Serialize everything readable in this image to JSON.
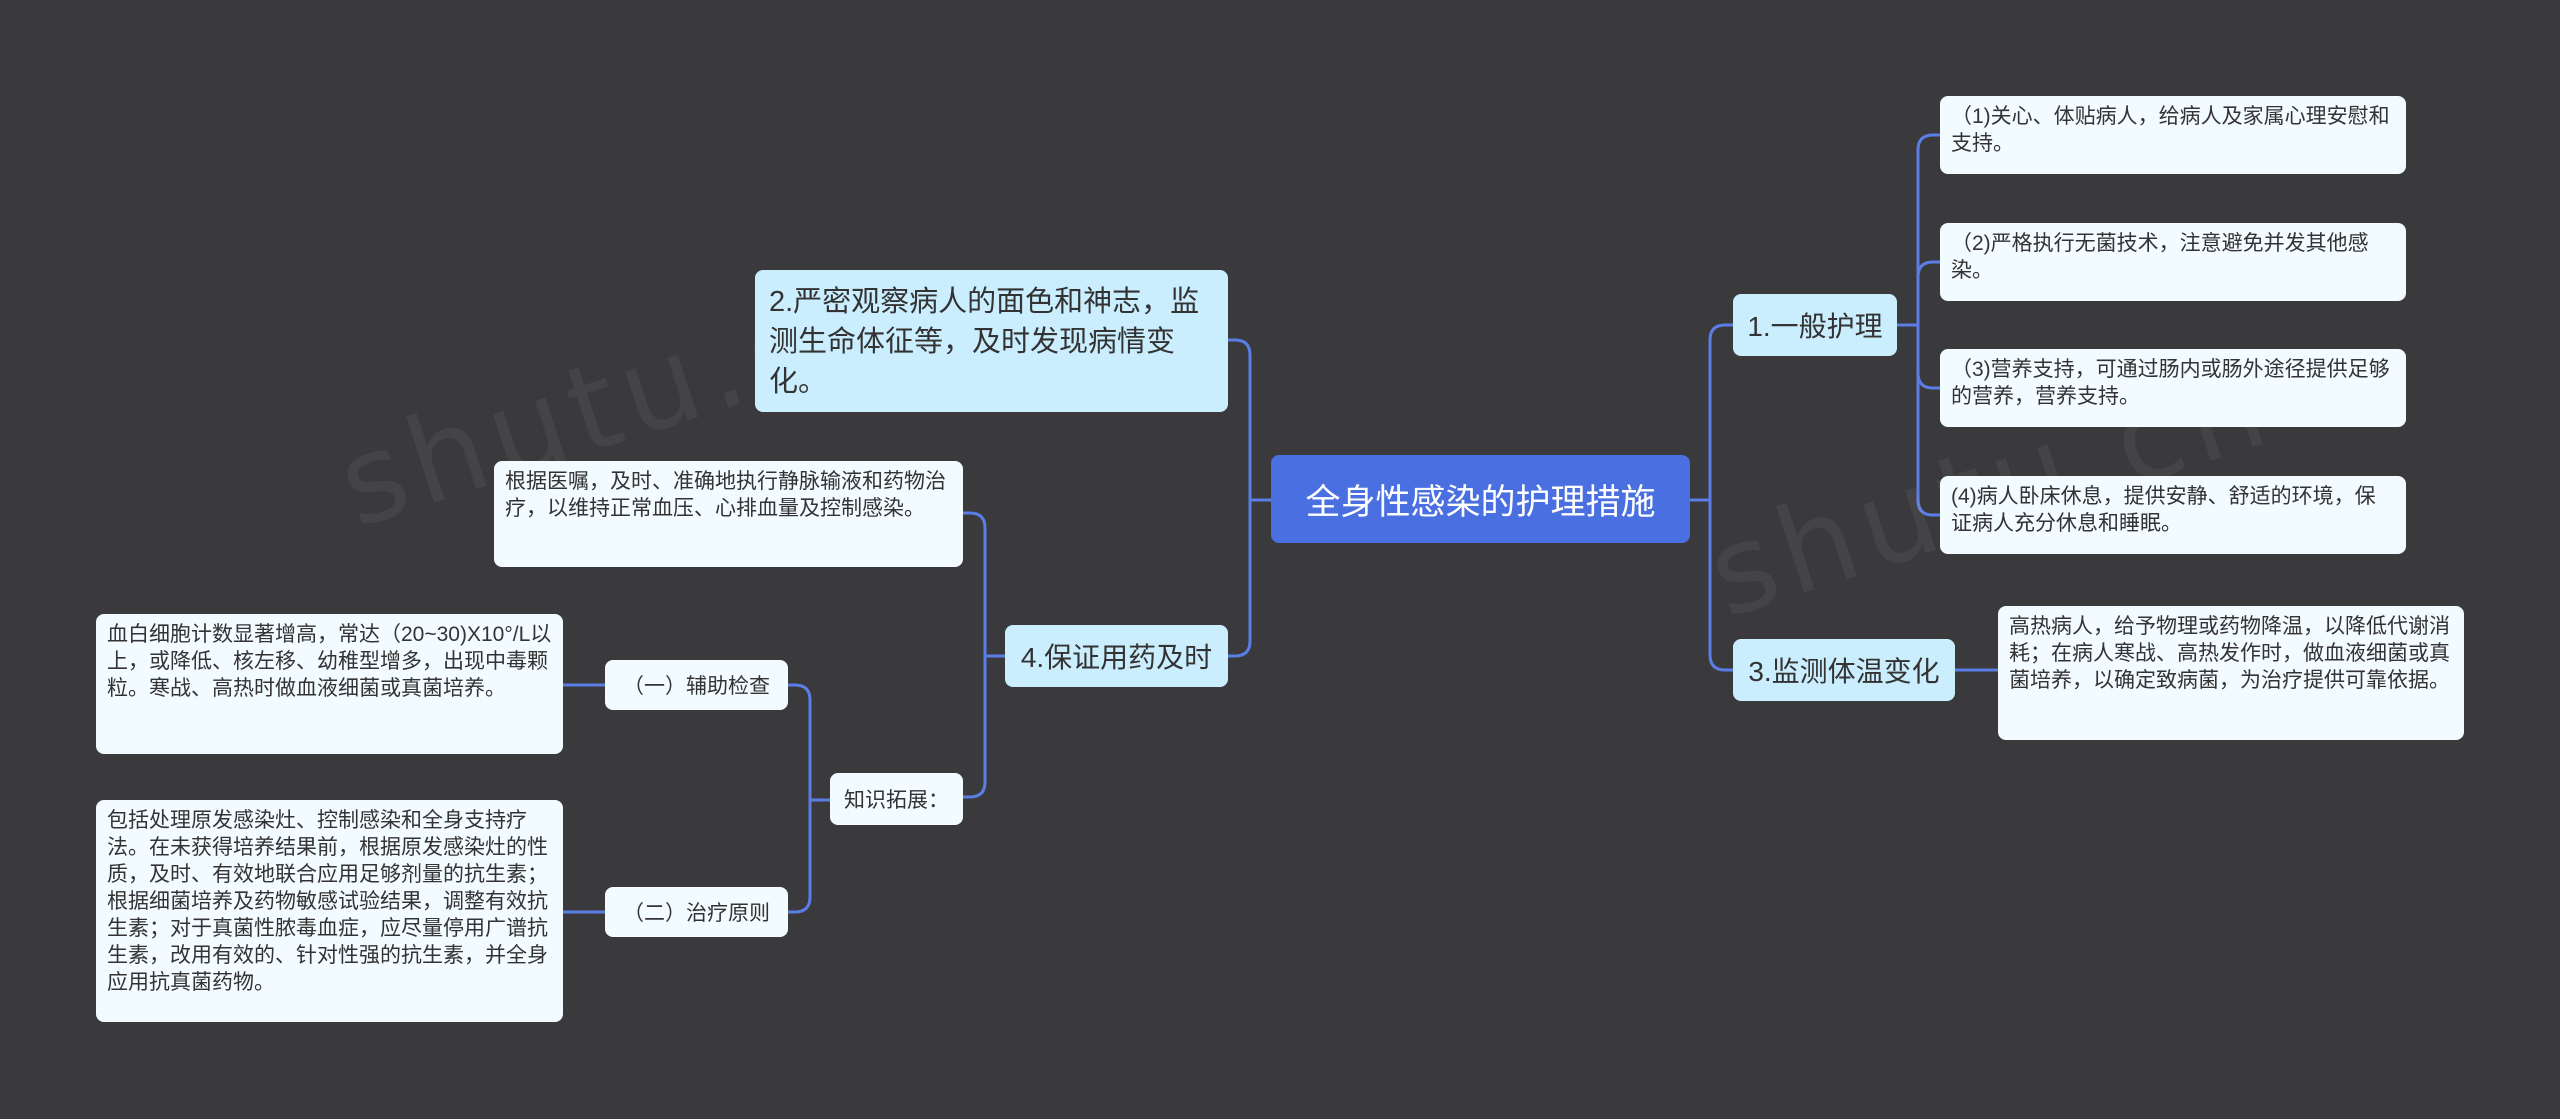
{
  "title": "全身性感染的护理措施",
  "right": {
    "general_care": {
      "label": "1.一般护理",
      "items": [
        "（1)关心、体贴病人，给病人及家属心理安慰和支持。",
        "（2)严格执行无菌技术，注意避免并发其他感染。",
        "（3)营养支持，可通过肠内或肠外途径提供足够的营养，营养支持。",
        "(4)病人卧床休息，提供安静、舒适的环境，保证病人充分休息和睡眠。"
      ]
    },
    "temperature": {
      "label": "3.监测体温变化",
      "detail": "高热病人，给予物理或药物降温，以降低代谢消耗；在病人寒战、高热发作时，做血液细菌或真菌培养，以确定致病菌，为治疗提供可靠依据。"
    }
  },
  "left": {
    "observe": {
      "label": "2.严密观察病人的面色和神志，监测生命体征等，及时发现病情变化。"
    },
    "medication": {
      "label": "4.保证用药及时",
      "detail": "根据医嘱，及时、准确地执行静脉输液和药物治疗，以维持正常血压、心排血量及控制感染。",
      "extension": {
        "label": "知识拓展：",
        "aux_exam": {
          "label": "（一）辅助检查",
          "detail": "血白细胞计数显著增高，常达（20~30)X10°/L以上，或降低、核左移、幼稚型增多，出现中毒颗粒。寒战、高热时做血液细菌或真菌培养。"
        },
        "treatment": {
          "label": "（二）治疗原则",
          "detail": "包括处理原发感染灶、控制感染和全身支持疗法。在未获得培养结果前，根据原发感染灶的性质，及时、有效地联合应用足够剂量的抗生素；根据细菌培养及药物敏感试验结果，调整有效抗生素；对于真菌性脓毒血症，应尽量停用广谱抗生素，改用有效的、针对性强的抗生素，并全身应用抗真菌药物。"
        }
      }
    }
  },
  "colors": {
    "background": "#3a393b",
    "root": "#4a6fe0",
    "branch": "#cbeefe",
    "leaf": "#f2fbff",
    "line": "#5b7de6"
  }
}
